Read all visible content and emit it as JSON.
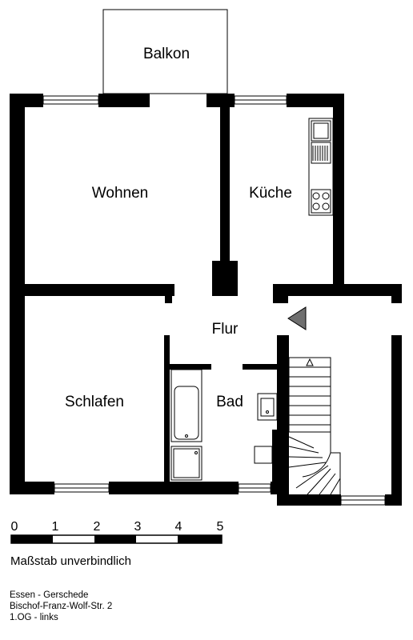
{
  "rooms": {
    "balcony": "Balkon",
    "living": "Wohnen",
    "kitchen": "Küche",
    "hall": "Flur",
    "bedroom": "Schlafen",
    "bath": "Bad"
  },
  "scale": {
    "ticks": [
      "0",
      "1",
      "2",
      "3",
      "4",
      "5"
    ],
    "note": "Maßstab unverbindlich"
  },
  "address": {
    "line1": "Essen - Gerschede",
    "line2": "Bischof-Franz-Wolf-Str. 2",
    "line3": "1.OG - links"
  },
  "colors": {
    "wall": "#000000",
    "background": "#ffffff",
    "entrance_arrow": "#6f6f6f"
  }
}
